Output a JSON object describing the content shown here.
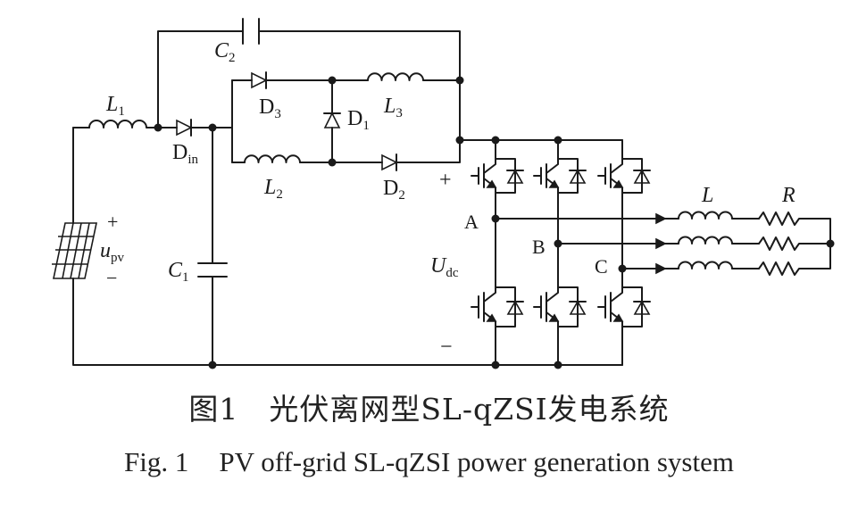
{
  "labels": {
    "C2": "C",
    "C2_sub": "2",
    "L1": "L",
    "L1_sub": "1",
    "L2": "L",
    "L2_sub": "2",
    "L3": "L",
    "L3_sub": "3",
    "D1": "D",
    "D1_sub": "1",
    "D2": "D",
    "D2_sub": "2",
    "D3": "D",
    "D3_sub": "3",
    "Din": "D",
    "Din_sub": "in",
    "C1": "C",
    "C1_sub": "1",
    "upv": "u",
    "upv_sub": "pv",
    "Udc": "U",
    "Udc_sub": "dc",
    "pv_plus": "+",
    "pv_minus": "−",
    "dc_plus": "+",
    "dc_minus": "−",
    "phase_a": "A",
    "phase_b": "B",
    "phase_c": "C",
    "load_L": "L",
    "load_R": "R"
  },
  "caption": {
    "cn_num": "图1",
    "cn_text": "光伏离网型SL-qZSI发电系统",
    "en_num": "Fig. 1",
    "en_text": "PV off-grid SL-qZSI power generation system"
  }
}
